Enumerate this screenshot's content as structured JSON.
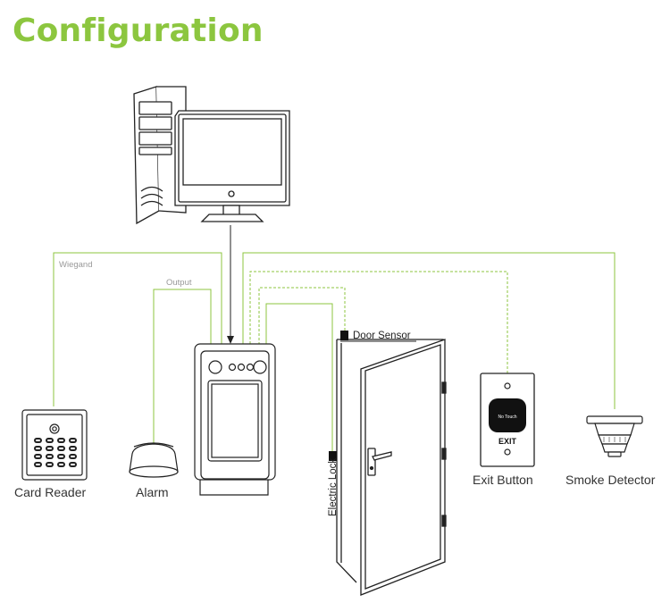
{
  "title": "Configuration",
  "labels": {
    "wiegand": "Wiegand",
    "output": "Output",
    "door_sensor": "Door Sensor",
    "electric_lock": "Electric Lock",
    "card_reader": "Card Reader",
    "alarm": "Alarm",
    "exit_button": "Exit Button",
    "smoke_detector": "Smoke Detector",
    "no_touch": "No Touch",
    "exit": "EXIT"
  },
  "colors": {
    "title": "#8cc63f",
    "wire": "#8cc63f",
    "outline": "#222222"
  },
  "icons": [
    "computer-tower-icon",
    "monitor-icon",
    "card-reader-icon",
    "alarm-icon",
    "terminal-icon",
    "door-icon",
    "exit-button-icon",
    "smoke-detector-icon"
  ]
}
